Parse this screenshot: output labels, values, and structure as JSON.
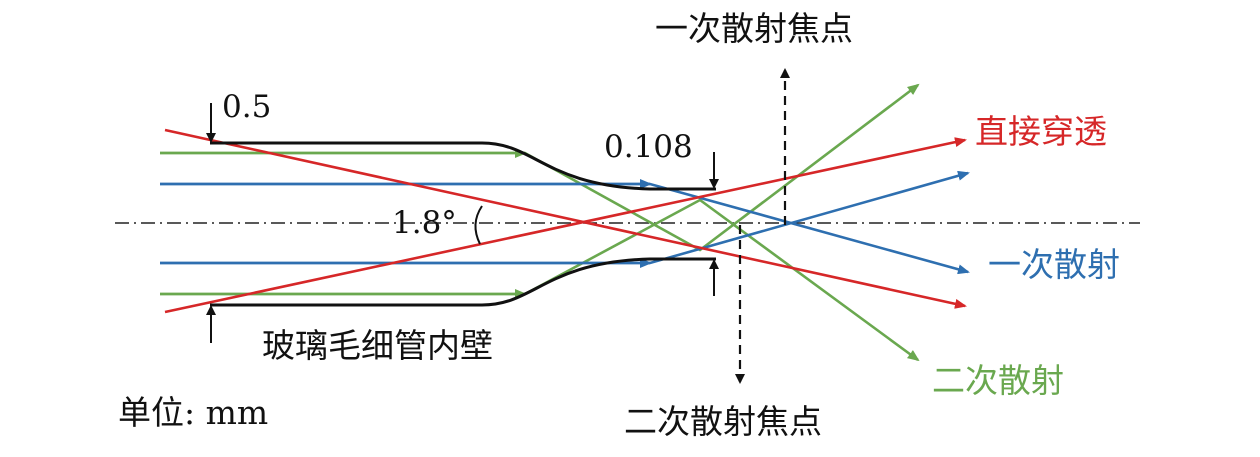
{
  "colors": {
    "direct": "#d62728",
    "first_scatter": "#2e6fb0",
    "second_scatter": "#6aa84f",
    "wall": "#111111",
    "axis": "#222222"
  },
  "labels": {
    "inlet_width": "0.5",
    "outlet_width": "0.108",
    "angle": "1.8°",
    "first_focus": "一次散射焦点",
    "second_focus": "二次散射焦点",
    "direct": "直接穿透",
    "first_scatter": "一次散射",
    "second_scatter": "二次散射",
    "wall": "玻璃毛细管内壁",
    "unit": "单位: mm"
  }
}
